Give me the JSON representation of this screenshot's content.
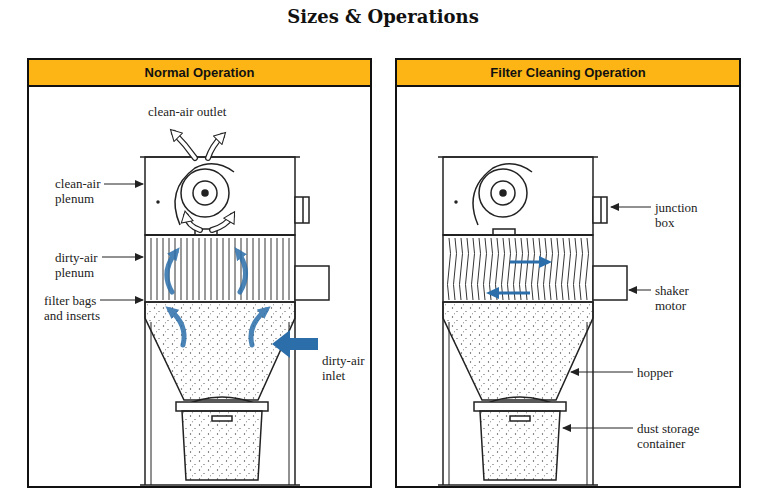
{
  "diagram": {
    "title": "Sizes & Operations",
    "nodes": [
      {
        "text": [
          "Normal Operation"
        ]
      },
      {
        "text": [
          "Filter Cleaning Operation"
        ]
      }
    ],
    "labels": [
      "clean-air outlet",
      "clean-air plenum",
      "dirty-air plenum",
      "filter bags and inserts",
      "dirty-air inlet",
      "junction box",
      "shaker motor",
      "hopper",
      "dust storage container"
    ]
  }
}
